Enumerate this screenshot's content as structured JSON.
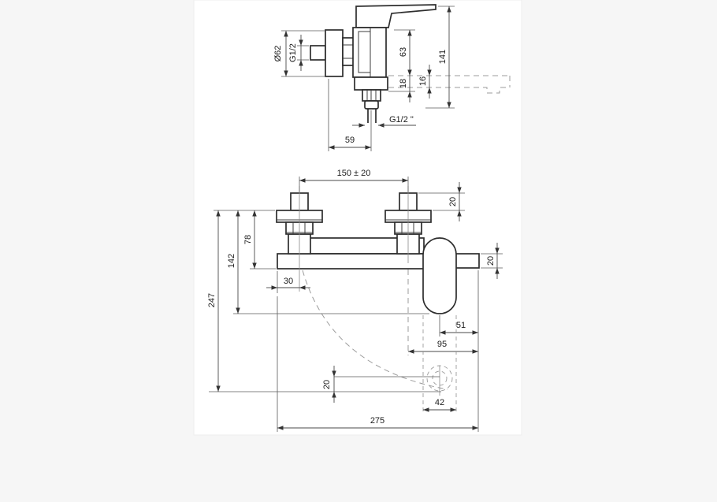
{
  "document": {
    "kind": "technical dimensional drawing",
    "subject": "wall-mounted single-lever shower mixer, side view and front view with installation dimensions"
  },
  "style": {
    "page_background": "#f6f6f6",
    "paper_background": "#ffffff",
    "outline_color": "#2d2d2d",
    "dimension_color": "#4a4a4a",
    "hidden_line_color": "#9b9b9b"
  },
  "dims": {
    "side": {
      "flange_od": "Ø62",
      "inlet_thread": "G1/2",
      "flange_top_to_wall": "63",
      "overall_depth": "141",
      "wall_to_body": "18",
      "wall_to_bracket": "16",
      "outlet_thread": "G1/2 \"",
      "wall_to_outlet_axis": "59"
    },
    "front": {
      "inlet_spacing": "150 ± 20",
      "eccentric_thread_length": "20",
      "flange_to_body_bottom": "78",
      "flange_to_lever_bottom": "142",
      "overall_height": "247",
      "body_edge_to_axis": "30",
      "spout_height": "20",
      "lever_axis_to_end": "51",
      "inlet_axis_to_end": "95",
      "hose_offset": "20",
      "lever_width": "42",
      "overall_width": "275"
    }
  }
}
